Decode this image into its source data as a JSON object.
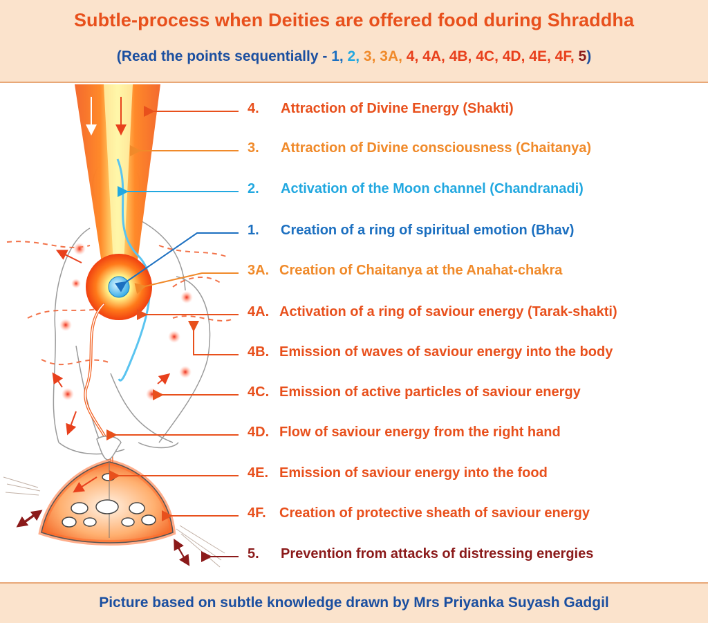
{
  "header": {
    "title": "Subtle-process when Deities are offered food during Shraddha",
    "subtitle_prefix": "(Read the points sequentially - ",
    "subtitle_suffix": ")",
    "sequence": [
      {
        "text": "1",
        "color": "#1b6fc0"
      },
      {
        "text": "2",
        "color": "#22a8e0"
      },
      {
        "text": "3",
        "color": "#f08a2a"
      },
      {
        "text": "3A",
        "color": "#f08a2a"
      },
      {
        "text": "4",
        "color": "#e8401c"
      },
      {
        "text": "4A",
        "color": "#e8401c"
      },
      {
        "text": "4B",
        "color": "#e8401c"
      },
      {
        "text": "4C",
        "color": "#e8401c"
      },
      {
        "text": "4D",
        "color": "#e8401c"
      },
      {
        "text": "4E",
        "color": "#e8401c"
      },
      {
        "text": "4F",
        "color": "#e8401c"
      },
      {
        "text": "5",
        "color": "#8b1a1a"
      }
    ]
  },
  "labels": [
    {
      "num": "4.",
      "text": "Attraction of Divine Energy (Shakti)",
      "color": "#e8501c"
    },
    {
      "num": "3.",
      "text": "Attraction of Divine consciousness (Chaitanya)",
      "color": "#f08a2a"
    },
    {
      "num": "2.",
      "text": "Activation of the Moon channel (Chandranadi)",
      "color": "#22a8e0"
    },
    {
      "num": "1.",
      "text": "Creation of a ring of spiritual emotion (Bhav)",
      "color": "#1b6fc0"
    },
    {
      "num": "3A.",
      "text": "Creation of Chaitanya at the Anahat-chakra",
      "color": "#f08a2a"
    },
    {
      "num": "4A.",
      "text": "Activation of a ring of saviour energy (Tarak-shakti)",
      "color": "#e8501c"
    },
    {
      "num": "4B.",
      "text": "Emission of waves of saviour energy into the body",
      "color": "#e8501c"
    },
    {
      "num": "4C.",
      "text": "Emission of active particles of saviour energy",
      "color": "#e8501c"
    },
    {
      "num": "4D.",
      "text": "Flow of saviour energy from the right hand",
      "color": "#e8501c"
    },
    {
      "num": "4E.",
      "text": "Emission of saviour energy into the food",
      "color": "#e8501c"
    },
    {
      "num": "4F.",
      "text": "Creation of protective sheath of saviour energy",
      "color": "#e8501c"
    },
    {
      "num": "5.",
      "text": "Prevention from attacks of distressing energies",
      "color": "#8b1a1a"
    }
  ],
  "footer": {
    "text": "Picture based on subtle knowledge drawn by Mrs Priyanka Suyash Gadgil"
  }
}
